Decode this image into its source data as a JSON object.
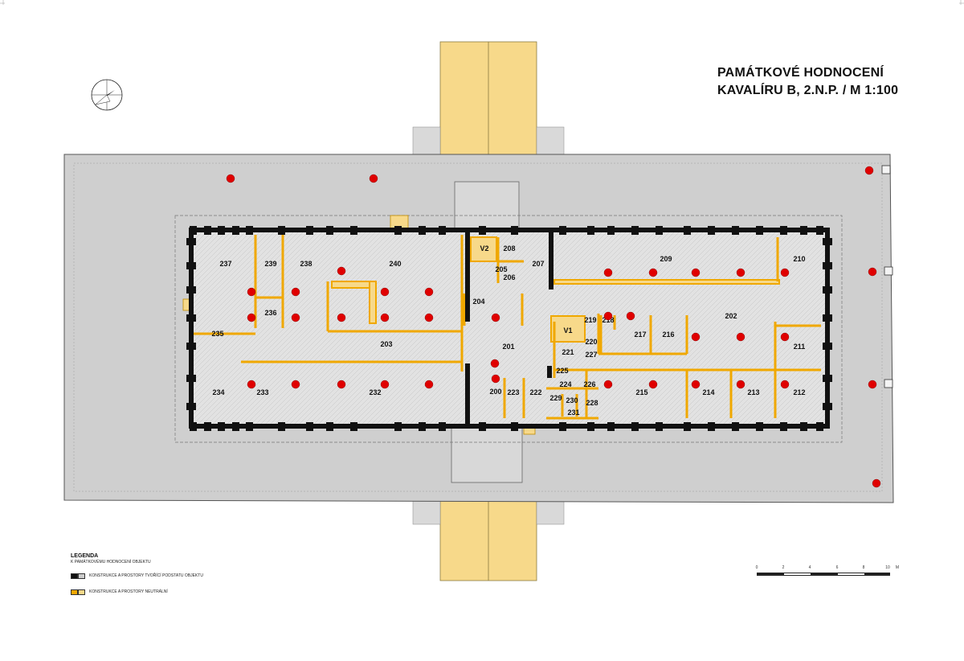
{
  "title": {
    "line1": "PAMÁTKOVÉ HODNOCENÍ",
    "line2": "KAVALÍRU B, 2.N.P. / M 1:100"
  },
  "rooms": [
    "237",
    "239",
    "238",
    "240",
    "209",
    "210",
    "V2",
    "208",
    "207",
    "205",
    "206",
    "204",
    "236",
    "235",
    "203",
    "201",
    "V1",
    "219",
    "218",
    "217",
    "216",
    "202",
    "211",
    "221",
    "220",
    "227",
    "225",
    "224",
    "226",
    "234",
    "233",
    "232",
    "200",
    "223",
    "222",
    "229",
    "230",
    "228",
    "231",
    "215",
    "214",
    "213",
    "212"
  ],
  "legend": {
    "title": "LEGENDA",
    "subtitle": "K PAMÁTKOVÉMU HODNOCENÍ OBJEKTU",
    "items": [
      {
        "label": "KONSTRUKCE A PROSTORY TVOŘÍCÍ PODSTATU OBJEKTU",
        "colors": [
          "#111111",
          "#cccccc"
        ]
      },
      {
        "label": "KONSTRUKCE A PROSTORY NEUTRÁLNÍ",
        "colors": [
          "#f0a800",
          "#f7d98a"
        ]
      }
    ]
  },
  "scale": {
    "ticks": [
      "0",
      "2",
      "4",
      "6",
      "8",
      "10"
    ],
    "unit": "M"
  },
  "colors": {
    "wall_dark": "#111111",
    "floor_gray": "#cfcfcf",
    "neutral_yellow": "#f0a800",
    "neutral_light": "#f7d98a",
    "marker_red": "#e00000"
  }
}
